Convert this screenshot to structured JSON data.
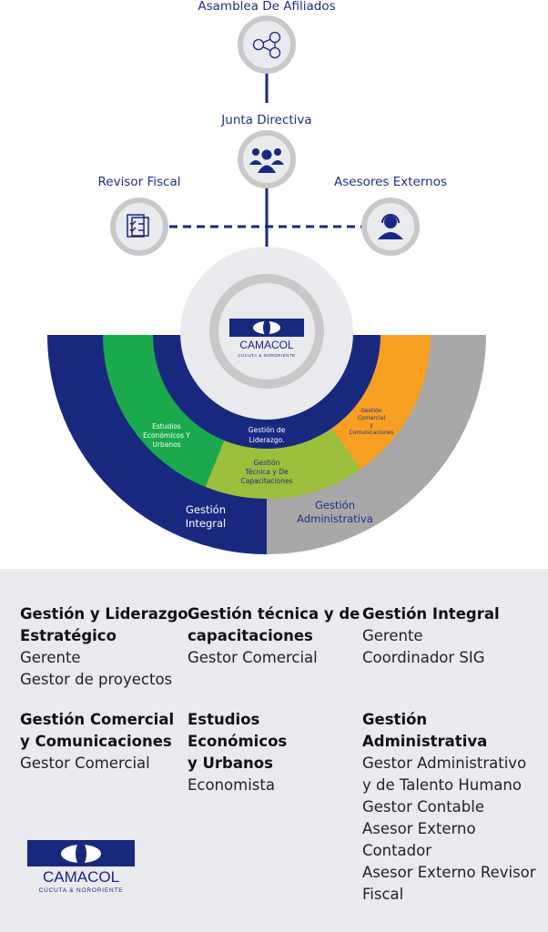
{
  "top": {
    "asamblea": "Asamblea De Afiliados",
    "junta": "Junta Directiva",
    "revisor": "Revisor Fiscal",
    "asesores": "Asesores Externos"
  },
  "logo": {
    "name": "CAMACOL",
    "subtitle": "CÚCUTA & NORORIENTE"
  },
  "segments": {
    "liderazgo": [
      "Gestión de",
      "Liderazgo."
    ],
    "estudios": [
      "Estudios",
      "Económicos Y",
      "Urbanos"
    ],
    "tecnica": [
      "Gestión",
      "Técnica y De",
      "Capacitaciones"
    ],
    "comercial": [
      "Gestión",
      "Comercial",
      "y",
      "Comunicaciones"
    ],
    "integral": [
      "Gestión",
      "Integral"
    ],
    "administrativa": [
      "Gestión",
      "Administrativa"
    ]
  },
  "colors": {
    "navy": "#19287f",
    "green": "#1aaa4b",
    "lime": "#9cbf3c",
    "orange": "#f8a021",
    "gray": "#a8a8a8"
  },
  "areas": [
    {
      "title": [
        "Gestión y Liderazgo",
        "Estratégico"
      ],
      "roles": [
        "Gerente",
        "Gestor de proyectos"
      ]
    },
    {
      "title": [
        "Gestión técnica y de",
        "capacitaciones"
      ],
      "roles": [
        "Gestor Comercial"
      ]
    },
    {
      "title": [
        "Gestión Integral"
      ],
      "roles": [
        "Gerente",
        "Coordinador SIG"
      ]
    },
    {
      "title": [
        "Gestión Comercial",
        "y Comunicaciones"
      ],
      "roles": [
        "Gestor Comercial"
      ]
    },
    {
      "title": [
        "Estudios Económicos",
        "y Urbanos"
      ],
      "roles": [
        "Economista"
      ]
    },
    {
      "title": [
        "Gestión",
        "Administrativa"
      ],
      "roles": [
        "Gestor Administrativo",
        "y de Talento Humano",
        "Gestor Contable",
        "Asesor Externo",
        "Contador",
        "Asesor Externo Revisor",
        "Fiscal"
      ]
    }
  ]
}
